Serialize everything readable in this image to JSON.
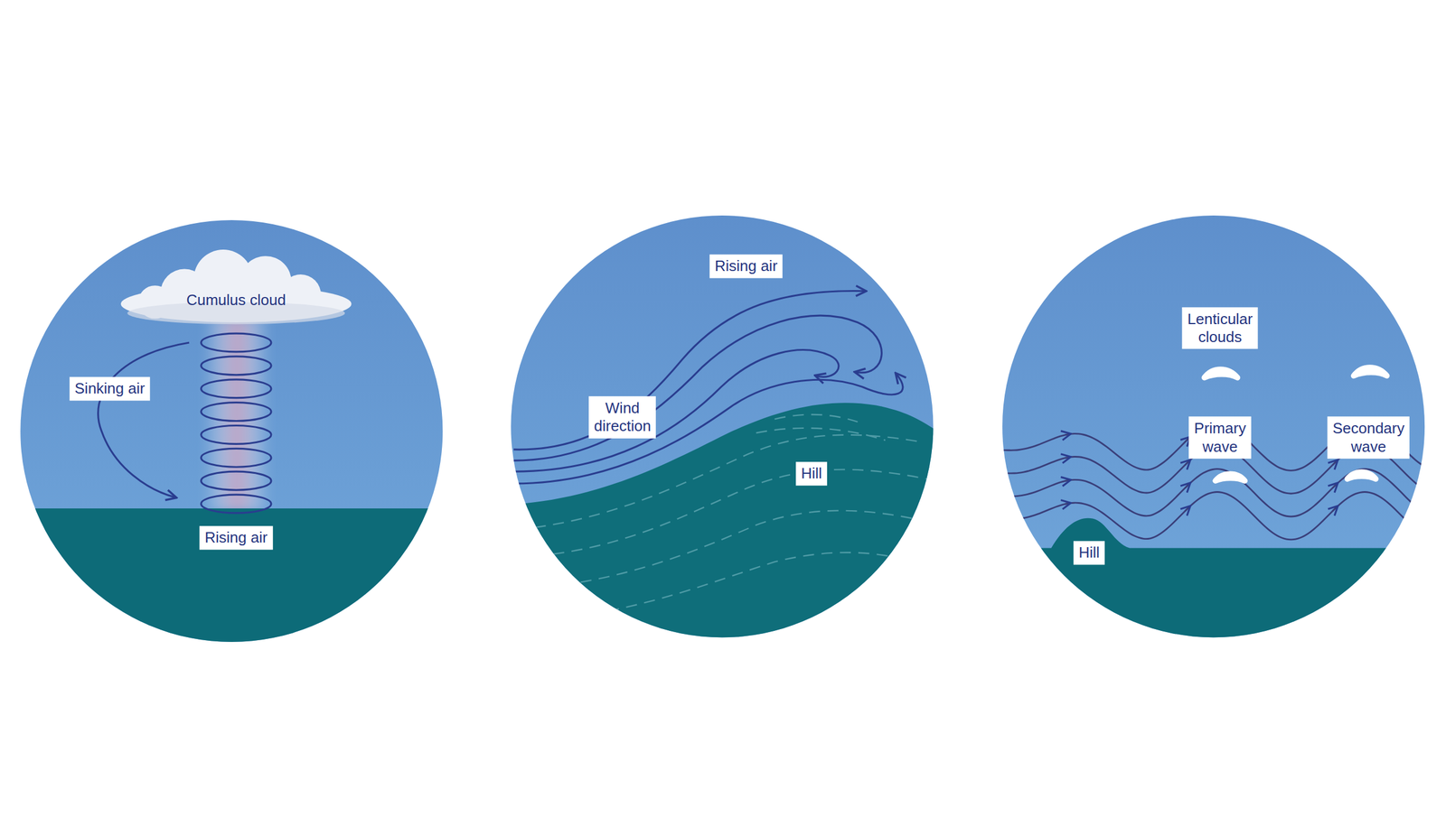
{
  "diagram": {
    "labels": [
      "Cumulus cloud",
      "Sinking air",
      "Rising air",
      "Rising air",
      "Wind direction",
      "Hill",
      "Lenticular clouds",
      "Primary wave",
      "Secondary wave",
      "Hill"
    ]
  }
}
